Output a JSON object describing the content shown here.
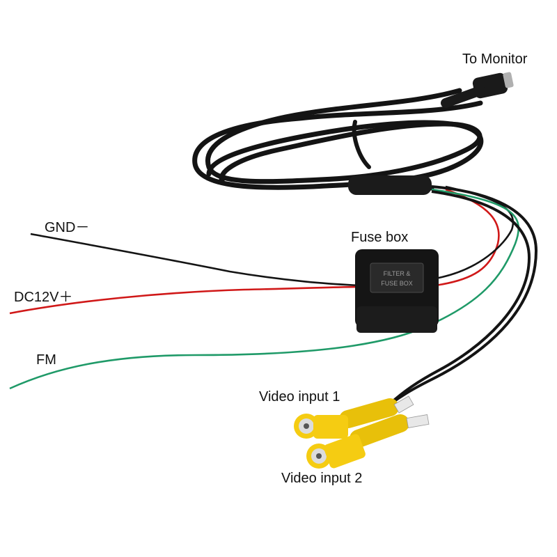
{
  "labels": {
    "to_monitor": "To Monitor",
    "gnd": "GND－",
    "dc12v": "DC12V＋",
    "fm": "FM",
    "fuse_box": "Fuse box",
    "video_input_1": "Video input 1",
    "video_input_2": "Video input 2"
  },
  "fuse_box_print": {
    "line1": "FILTER &",
    "line2": "FUSE BOX"
  },
  "colors": {
    "cable_black": "#141414",
    "wire_red": "#d01818",
    "wire_green": "#1f9a68",
    "rca_yellow": "#f5cc12",
    "connector_silver": "#b0b0b0"
  }
}
